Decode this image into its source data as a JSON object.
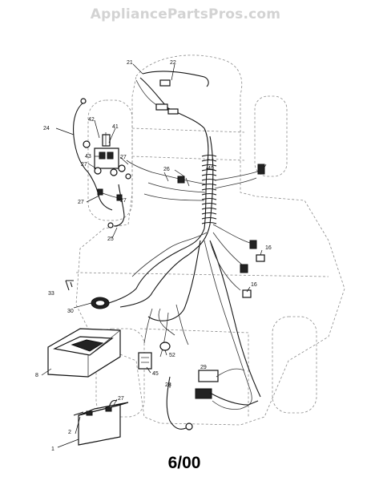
{
  "watermark": "AppliancePartsPros.com",
  "date_code": "6/00",
  "callouts": [
    "21",
    "22",
    "24",
    "42",
    "41",
    "43",
    "27",
    "27",
    "27",
    "27",
    "26",
    "40",
    "25",
    "16",
    "16",
    "33",
    "30",
    "8",
    "52",
    "45",
    "29",
    "28",
    "27",
    "2",
    "1"
  ]
}
